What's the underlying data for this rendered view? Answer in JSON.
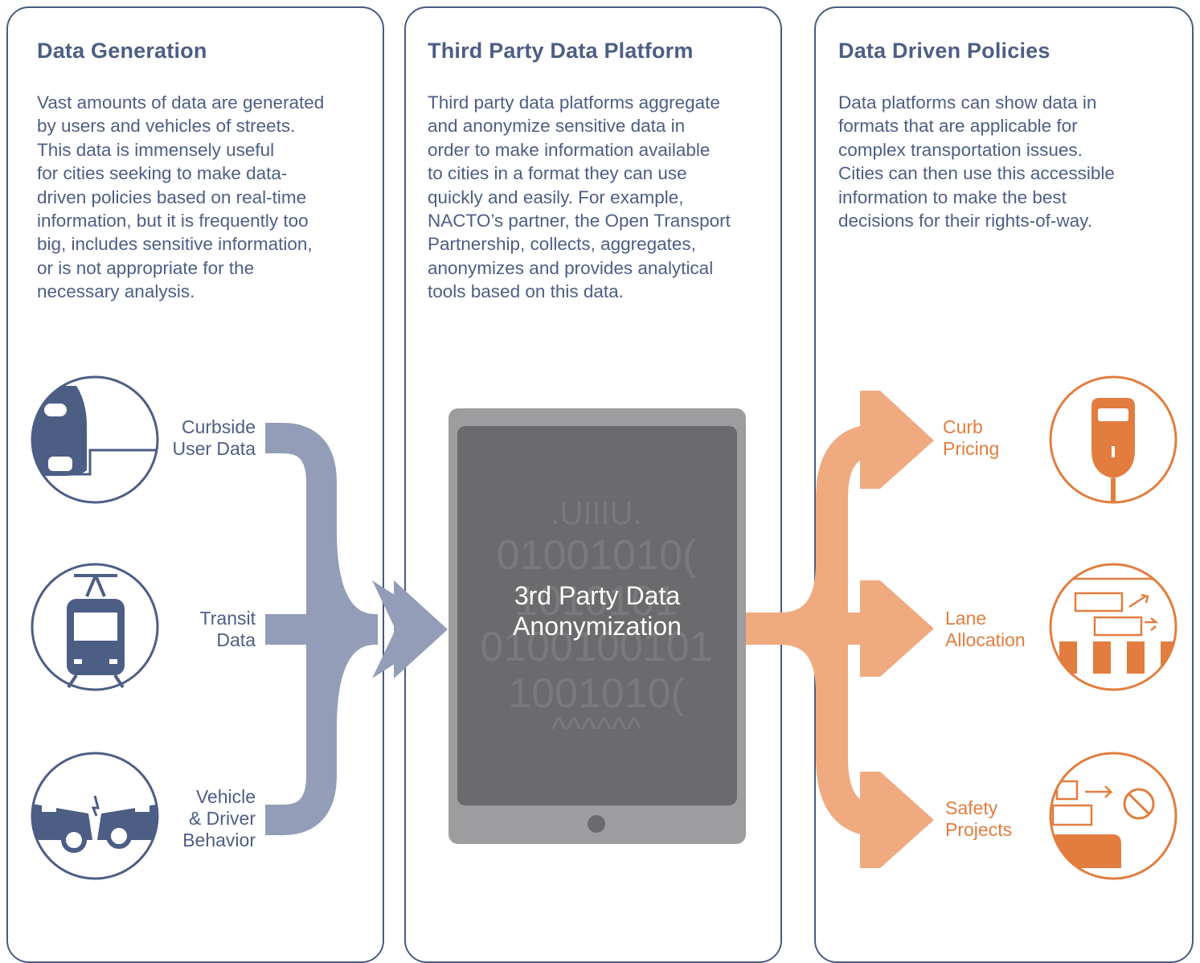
{
  "panels": [
    {
      "title": "Data Generation",
      "body": "Vast amounts of data are generated\nby users and vehicles of streets.\nThis data is immensely useful\nfor cities seeking to make data-\ndriven policies based on real-time\ninformation, but it is frequently too\nbig, includes sensitive information,\nor is not appropriate for the\nnecessary analysis."
    },
    {
      "title": "Third Party Data Platform",
      "body": "Third party data platforms aggregate\nand anonymize sensitive data in\norder to make information available\nto cities in a format they can use\nquickly and easily. For example,\nNACTO’s partner, the Open Transport\nPartnership, collects, aggregates,\nanonymizes and provides analytical\ntools based on this data."
    },
    {
      "title": "Data Driven Policies",
      "body": "Data platforms can show data in\nformats that are applicable for\ncomplex transportation issues.\nCities can then use this accessible\ninformation to make the best\ndecisions for their rights-of-way."
    }
  ],
  "sources": [
    {
      "label": "Curbside\nUser Data",
      "icon": "curbside-car-icon"
    },
    {
      "label": "Transit\nData",
      "icon": "tram-icon"
    },
    {
      "label": "Vehicle\n& Driver\nBehavior",
      "icon": "car-crash-icon"
    }
  ],
  "tablet": {
    "title": "3rd Party Data\nAnonymization",
    "binary_rows": [
      ".UIIIU.",
      "01001010(",
      "1010101",
      "0100100101",
      "1001010(",
      "^^^^^^"
    ]
  },
  "outputs": [
    {
      "label": "Curb\nPricing",
      "icon": "parking-meter-icon"
    },
    {
      "label": "Lane\nAllocation",
      "icon": "lane-layout-icon"
    },
    {
      "label": "Safety\nProjects",
      "icon": "safety-sign-icon"
    }
  ],
  "colors": {
    "navy": "#4d5e85",
    "input_flow": "#939db8",
    "output_flow": "#f0aa80",
    "orange": "#e27d3f",
    "tablet_frame": "#9d9d9f",
    "tablet_screen": "#6b6a6d"
  }
}
